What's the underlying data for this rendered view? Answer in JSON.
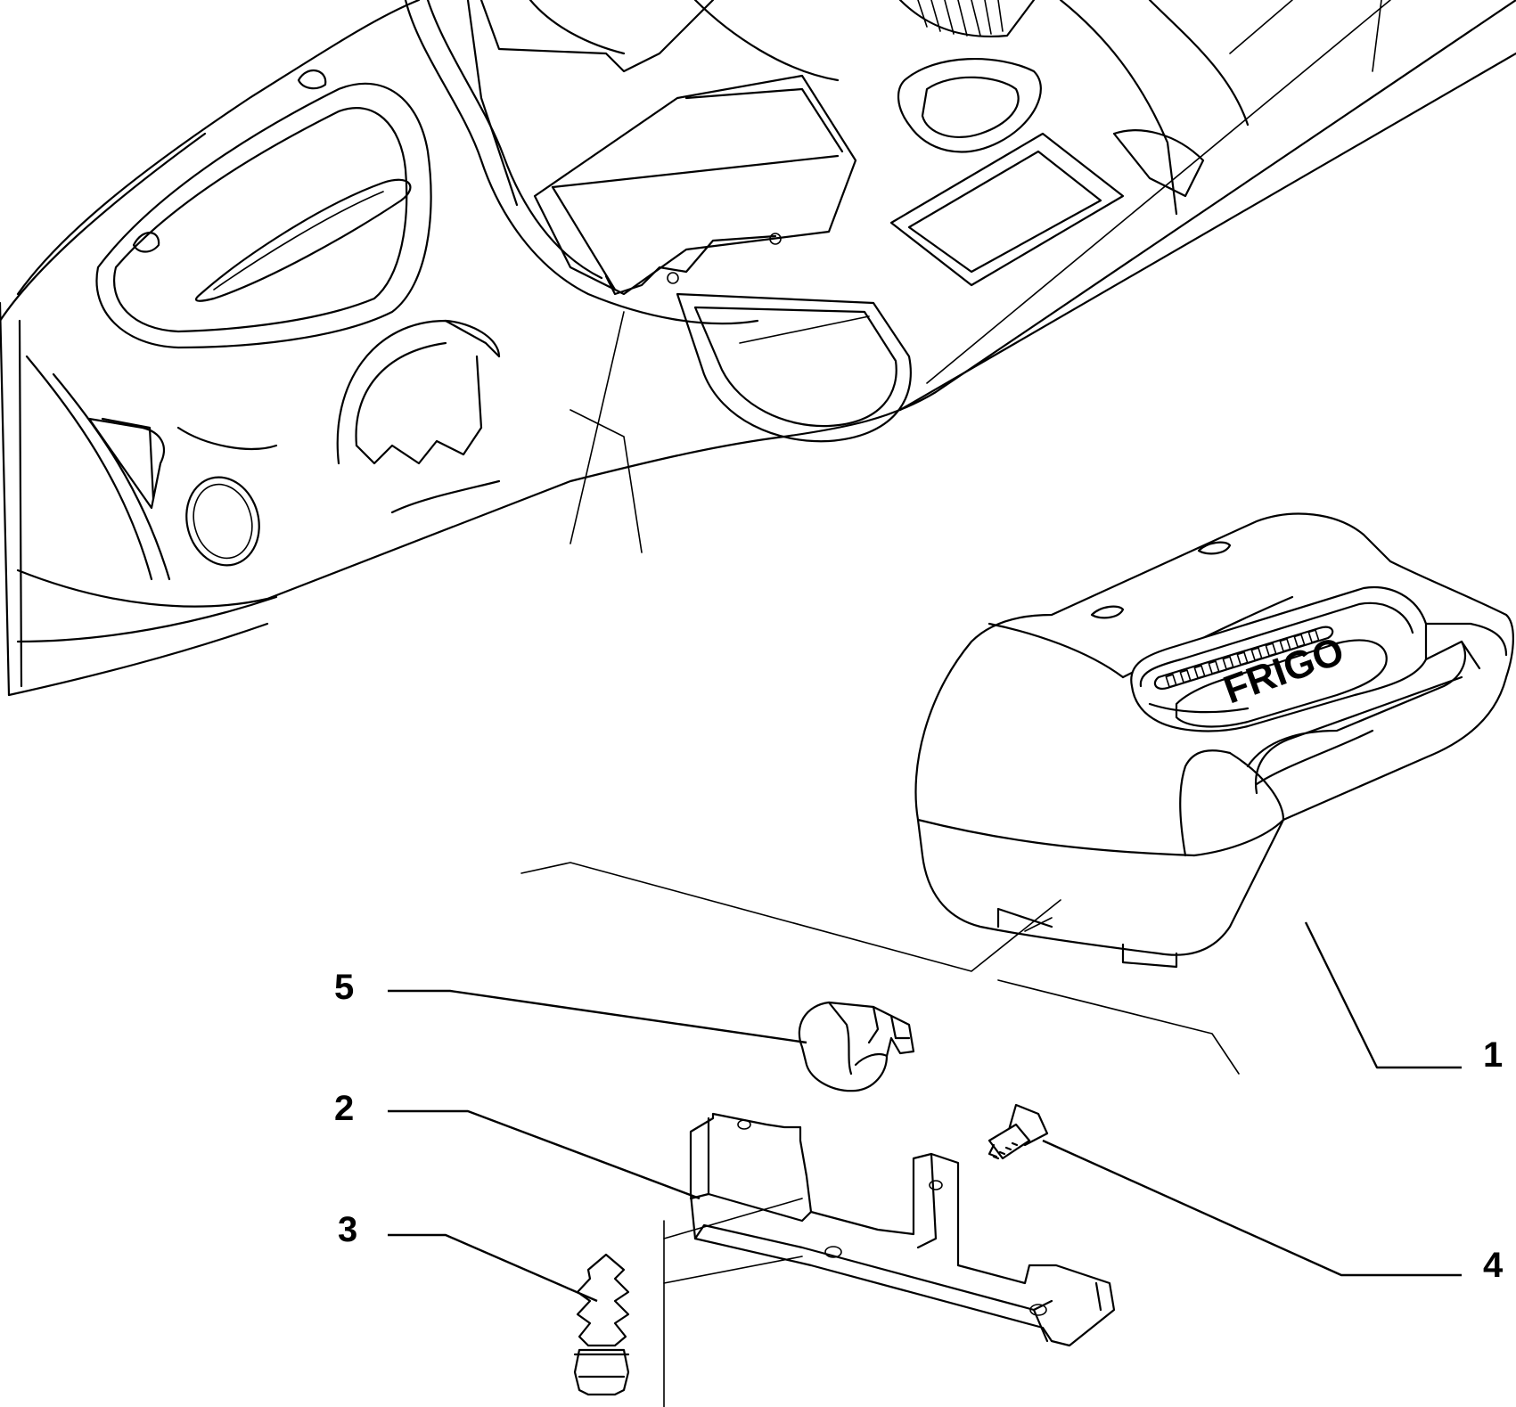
{
  "callouts": {
    "part_1": "1",
    "part_2": "2",
    "part_3": "3",
    "part_4": "4",
    "part_5": "5"
  },
  "unit_label": "FRIGO"
}
